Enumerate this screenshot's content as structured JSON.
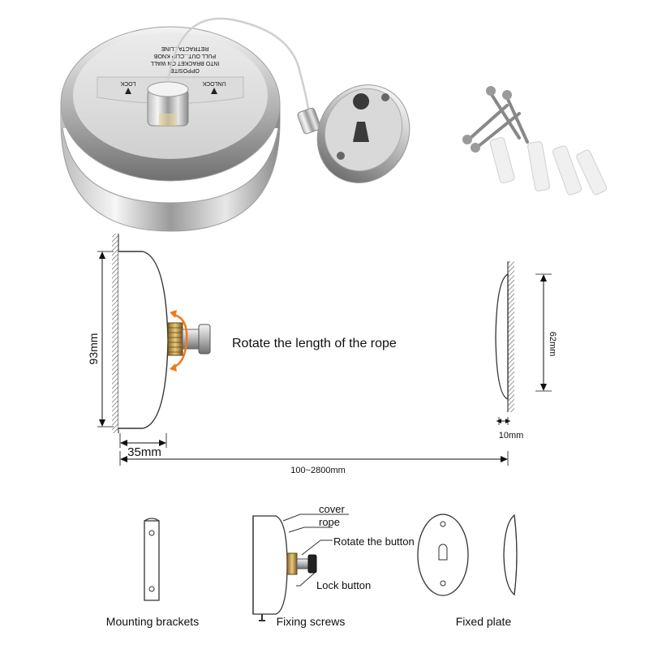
{
  "photo": {
    "reel_top_text": [
      "RETRACTA...LINE",
      "PULL OUT...CLIP KNOB",
      "INTO BRACKET ON WALL",
      "OPPOSITE"
    ],
    "lock_text": "LOCK",
    "unlock_text": "UNLOCK"
  },
  "dimensions": {
    "height_reel": "93mm",
    "depth_reel": "35mm",
    "rope_length": "100~2800mm",
    "plate_height": "62mm",
    "plate_depth": "10mm"
  },
  "caption_rotate": "Rotate the length of the rope",
  "callouts": {
    "cover": "cover",
    "rope": "rope",
    "rotate_button": "Rotate the button",
    "lock_button": "Lock button"
  },
  "parts": {
    "mounting_brackets": "Mounting brackets",
    "fixing_screws": "Fixing screws",
    "fixed_plate": "Fixed plate"
  },
  "colors": {
    "arrow_orange": "#f07a1a",
    "steel_light": "#f2f2f2",
    "steel_dark": "#8c8c8c"
  }
}
